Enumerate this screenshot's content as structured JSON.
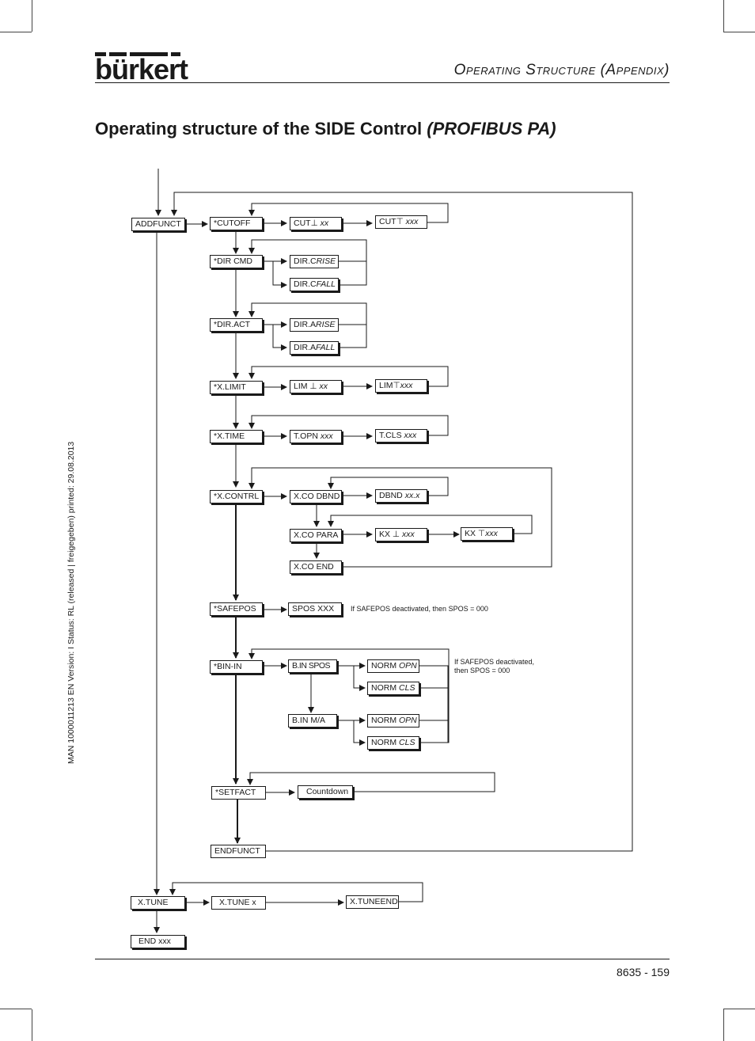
{
  "header": {
    "logo": "bürkert",
    "section_title": "Operating Structure (Appendix)"
  },
  "title": {
    "main": "Operating structure of the SIDE Control",
    "suffix": "(PROFIBUS PA)"
  },
  "side_text": "MAN 1000011213 EN Version: I Status: RL (released | freigegeben) printed: 29.08.2013",
  "footer": {
    "page": "8635 - 159"
  },
  "nodes": {
    "addfunct": "ADDFUNCT",
    "cutoff": "*CUTOFF",
    "cut_low": "CUT⊥",
    "cut_low_val": "xx",
    "cut_high": "CUT⊤",
    "cut_high_val": "xxx",
    "dir_cmd": "*DIR CMD",
    "dir_c_rise": "DIR.C",
    "dir_c_rise_val": "RISE",
    "dir_c_fall": "DIR.C",
    "dir_c_fall_val": "FALL",
    "dir_act": "*DIR.ACT",
    "dir_a_rise": "DIR.A",
    "dir_a_rise_val": "RISE",
    "dir_a_fall": "DIR.A",
    "dir_a_fall_val": "FALL",
    "x_limit": "*X.LIMIT",
    "lim_low": "LIM ⊥",
    "lim_low_val": "xx",
    "lim_high": "LIM⊤",
    "lim_high_val": "xxx",
    "x_time": "*X.TIME",
    "t_opn": "T.OPN",
    "t_opn_val": "xxx",
    "t_cls": "T.CLS",
    "t_cls_val": "xxx",
    "x_contrl": "*X.CONTRL",
    "x_co_dbnd": "X.CO DBND",
    "dbnd": "DBND",
    "dbnd_val": "xx.x",
    "x_co_para": "X.CO PARA",
    "kx_low": "KX ⊥",
    "kx_low_val": "xxx",
    "kx_high": "KX ⊤",
    "kx_high_val": "xxx",
    "x_co_end": "X.CO END",
    "safepos": "*SAFEPOS",
    "spos": "SPOS XXX",
    "safepos_note": "If SAFEPOS deactivated, then SPOS = 000",
    "bin_in": "*BIN-IN",
    "b_in_spos": "B.IN SPOS",
    "norm_opn_1": "NORM",
    "norm_opn_1_val": "OPN",
    "norm_cls_1": "NORM",
    "norm_cls_1_val": "CLS",
    "bin_note_1": "If SAFEPOS deactivated,",
    "bin_note_2": "then SPOS = 000",
    "b_in_ma": "B.IN M/A",
    "norm_opn_2": "NORM",
    "norm_opn_2_val": "OPN",
    "norm_cls_2": "NORM",
    "norm_cls_2_val": "CLS",
    "setfact": "*SETFACT",
    "countdown": "Countdown",
    "endfunct": "ENDFUNCT",
    "x_tune": "X.TUNE",
    "x_tune_x": "X.TUNE x",
    "x_tuneend": "X.TUNEEND",
    "end": "END xxx"
  }
}
